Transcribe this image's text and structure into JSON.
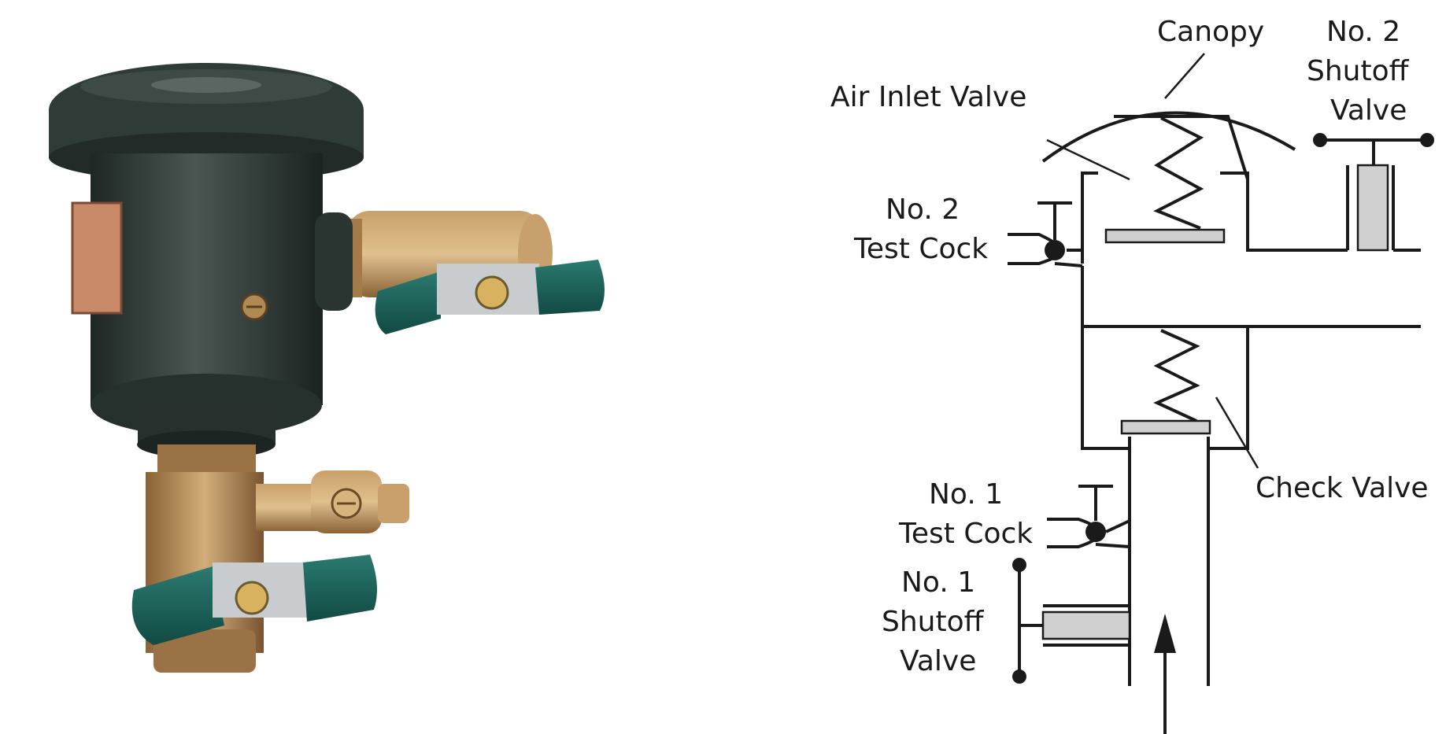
{
  "labels": {
    "canopy": "Canopy",
    "air_inlet_valve": "Air Inlet Valve",
    "no2_shutoff": [
      "No. 2",
      "Shutoff",
      "Valve"
    ],
    "no2_test_cock": [
      "No. 2",
      "Test Cock"
    ],
    "check_valve": "Check Valve",
    "no1_test_cock": [
      "No. 1",
      "Test Cock"
    ],
    "no1_shutoff": [
      "No. 1",
      "Shutoff",
      "Valve"
    ]
  },
  "colors": {
    "canopy_green": "#2f3b36",
    "handle_teal": "#1f5f57",
    "brass": "#b08a55",
    "line": "#1a1a1a",
    "plate": "#d0d0d0"
  }
}
